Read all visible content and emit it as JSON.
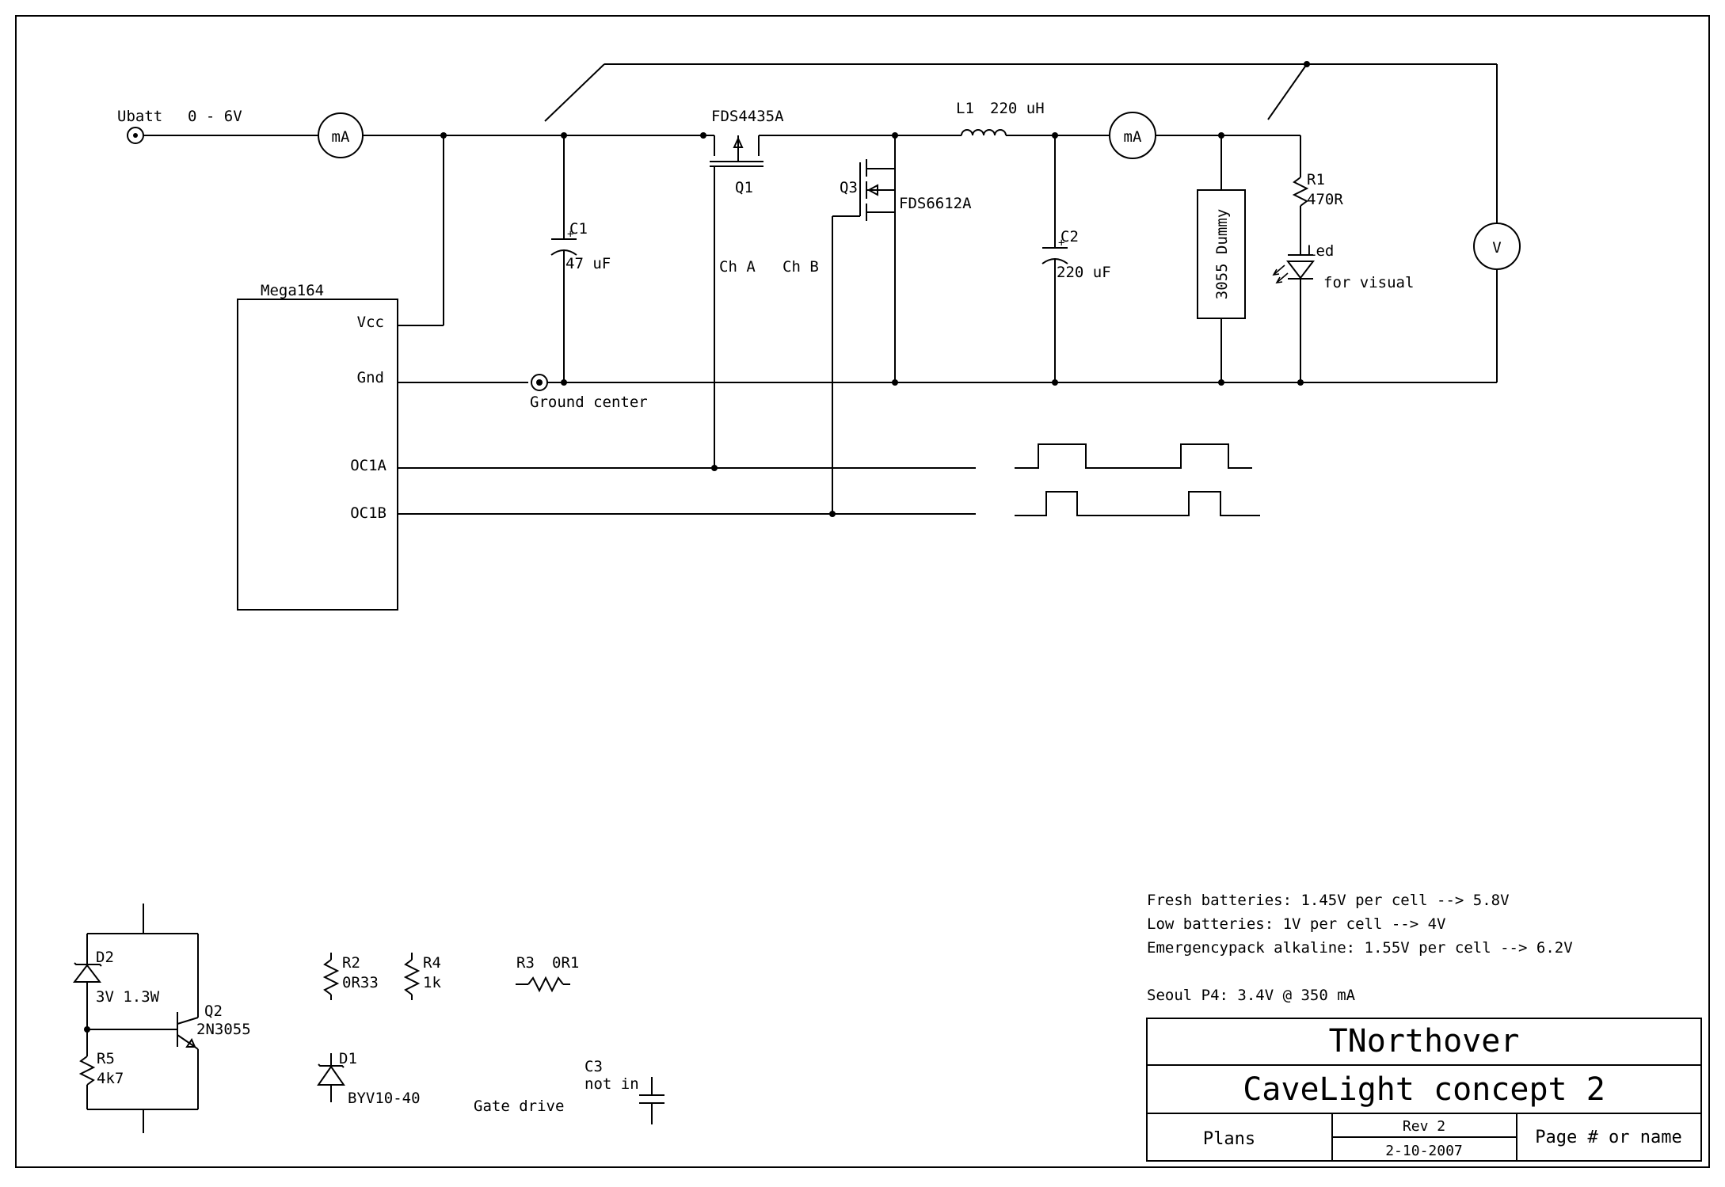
{
  "input": {
    "name": "Ubatt",
    "range": "0 - 6V"
  },
  "meters": {
    "ammeter_in": "mA",
    "ammeter_out": "mA",
    "voltmeter": "V"
  },
  "mcu": {
    "name": "Mega164",
    "pins": [
      "Vcc",
      "Gnd",
      "OC1A",
      "OC1B"
    ]
  },
  "ground_label": "Ground center",
  "components": {
    "q1": {
      "ref": "Q1",
      "part": "FDS4435A"
    },
    "q3": {
      "ref": "Q3",
      "part": "FDS6612A"
    },
    "l1": {
      "ref": "L1",
      "value": "220 uH"
    },
    "c1": {
      "ref": "C1",
      "value": "47 uF"
    },
    "c2": {
      "ref": "C2",
      "value": "220 uF"
    },
    "dummy": {
      "label": "3055 Dummy"
    },
    "r1": {
      "ref": "R1",
      "value": "470R"
    },
    "led": {
      "ref": "Led",
      "note": "for visual"
    }
  },
  "channels": {
    "a": "Ch A",
    "b": "Ch B"
  },
  "spare_parts": {
    "d2": {
      "ref": "D2",
      "value": "3V 1.3W"
    },
    "q2": {
      "ref": "Q2",
      "part": "2N3055"
    },
    "r5": {
      "ref": "R5",
      "value": "4k7"
    },
    "r2": {
      "ref": "R2",
      "value": "0R33"
    },
    "r4": {
      "ref": "R4",
      "value": "1k"
    },
    "r3": {
      "ref": "R3",
      "value": "0R1"
    },
    "d1": {
      "ref": "D1",
      "part": "BYV10-40"
    },
    "c3": {
      "ref": "C3",
      "note_line1": "not in"
    },
    "gate_drive": "Gate drive"
  },
  "notes": [
    "Fresh batteries: 1.45V per cell --> 5.8V",
    "Low batteries: 1V per cell --> 4V",
    "Emergencypack alkaline: 1.55V per cell --> 6.2V",
    "Seoul P4:  3.4V @ 350 mA"
  ],
  "title_block": {
    "author": "TNorthover",
    "title": "CaveLight concept 2",
    "sheet_kind": "Plans",
    "rev": "Rev 2",
    "date": "2-10-2007",
    "page": "Page # or name"
  }
}
